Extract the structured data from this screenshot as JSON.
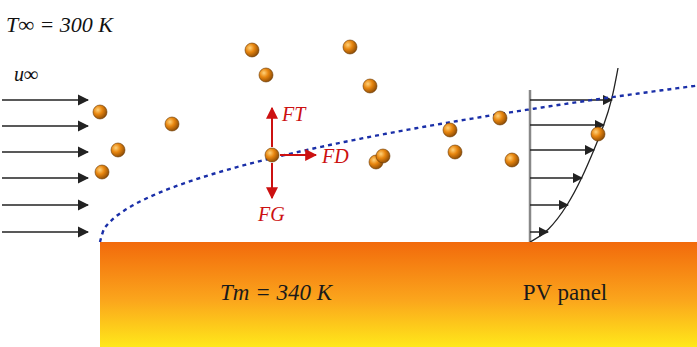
{
  "diagram": {
    "nodes": [
      {
        "text": [
          "Tm = 340 K",
          "PV panel"
        ]
      }
    ],
    "labels": [
      "T∞ = 300 K",
      "u∞",
      "FT",
      "FD",
      "FG"
    ]
  }
}
